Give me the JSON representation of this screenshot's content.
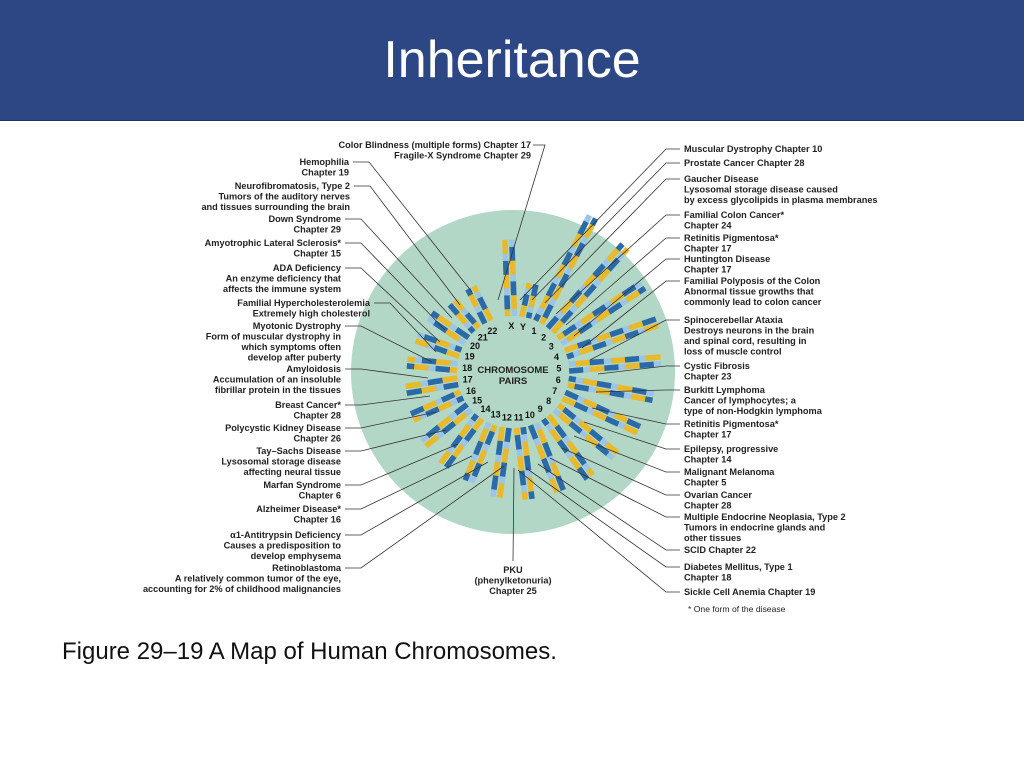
{
  "title": "Inheritance",
  "caption": "Figure 29–19 A Map of Human Chromosomes.",
  "diagram": {
    "center_label": [
      "CHROMOSOME",
      "PAIRS"
    ],
    "footnote": "* One form of the disease",
    "colors": {
      "circle": "#b3d7c6",
      "chromosome_yellow": "#e8b92b",
      "chromosome_blue": "#2b6aa8",
      "chromosome_light": "#9cc4e4",
      "leader_line": "#333333"
    },
    "chromosome_numbers": [
      "1",
      "2",
      "3",
      "4",
      "5",
      "6",
      "7",
      "8",
      "9",
      "10",
      "11",
      "12",
      "13",
      "14",
      "15",
      "16",
      "17",
      "18",
      "19",
      "20",
      "21",
      "22",
      "X",
      "Y"
    ],
    "labels_left": [
      {
        "lines": [
          "Color Blindness (multiple forms) Chapter 17",
          "Fragile-X Syndrome Chapter 29"
        ]
      },
      {
        "lines": [
          "Hemophilia",
          "Chapter 19"
        ]
      },
      {
        "lines": [
          "Neurofibromatosis, Type 2",
          "Tumors of the auditory nerves",
          "and tissues surrounding the brain"
        ]
      },
      {
        "lines": [
          "Down Syndrome",
          "Chapter 29"
        ]
      },
      {
        "lines": [
          "Amyotrophic Lateral Sclerosis*",
          "Chapter 15"
        ]
      },
      {
        "lines": [
          "ADA Deficiency",
          "An enzyme deficiency that",
          "affects the immune system"
        ]
      },
      {
        "lines": [
          "Familial Hypercholesterolemia",
          "Extremely high cholesterol"
        ]
      },
      {
        "lines": [
          "Myotonic Dystrophy",
          "Form of muscular dystrophy in",
          "which symptoms often",
          "develop after puberty"
        ]
      },
      {
        "lines": [
          "Amyloidosis",
          "Accumulation of an insoluble",
          "fibrillar protein in the tissues"
        ]
      },
      {
        "lines": [
          "Breast Cancer*",
          "Chapter 28"
        ]
      },
      {
        "lines": [
          "Polycystic Kidney Disease",
          "Chapter 26"
        ]
      },
      {
        "lines": [
          "Tay–Sachs Disease",
          "Lysosomal storage disease",
          "affecting neural tissue"
        ]
      },
      {
        "lines": [
          "Marfan Syndrome",
          "Chapter 6"
        ]
      },
      {
        "lines": [
          "Alzheimer Disease*",
          "Chapter 16"
        ]
      },
      {
        "lines": [
          "α1-Antitrypsin Deficiency",
          "Causes a predisposition to",
          "develop emphysema"
        ]
      },
      {
        "lines": [
          "Retinoblastoma",
          "A relatively common tumor of the eye,",
          "accounting for 2% of childhood malignancies"
        ]
      },
      {
        "lines": [
          "PKU",
          "(phenylketonuria)",
          "Chapter 25"
        ]
      }
    ],
    "labels_right": [
      {
        "lines": [
          "Muscular Dystrophy Chapter 10"
        ]
      },
      {
        "lines": [
          "Prostate Cancer Chapter 28"
        ]
      },
      {
        "lines": [
          "Gaucher Disease",
          "Lysosomal storage disease caused",
          "by excess glycolipids in plasma membranes"
        ]
      },
      {
        "lines": [
          "Familial Colon Cancer*",
          "Chapter 24"
        ]
      },
      {
        "lines": [
          "Retinitis Pigmentosa*",
          "Chapter 17"
        ]
      },
      {
        "lines": [
          "Huntington Disease",
          "Chapter 17"
        ]
      },
      {
        "lines": [
          "Familial Polyposis of the Colon",
          "Abnormal tissue growths that",
          "commonly lead to colon cancer"
        ]
      },
      {
        "lines": [
          "Spinocerebellar Ataxia",
          "Destroys neurons in the brain",
          "and spinal cord, resulting in",
          "loss of muscle control"
        ]
      },
      {
        "lines": [
          "Cystic Fibrosis",
          "Chapter 23"
        ]
      },
      {
        "lines": [
          "Burkitt Lymphoma",
          "Cancer of lymphocytes; a",
          "type of non-Hodgkin lymphoma"
        ]
      },
      {
        "lines": [
          "Retinitis Pigmentosa*",
          "Chapter 17"
        ]
      },
      {
        "lines": [
          "Epilepsy, progressive",
          "Chapter 14"
        ]
      },
      {
        "lines": [
          "Malignant Melanoma",
          "Chapter 5"
        ]
      },
      {
        "lines": [
          "Ovarian Cancer",
          "Chapter 28"
        ]
      },
      {
        "lines": [
          "Multiple Endocrine Neoplasia, Type 2",
          "Tumors in endocrine glands and",
          "other tissues"
        ]
      },
      {
        "lines": [
          "SCID Chapter 22"
        ]
      },
      {
        "lines": [
          "Diabetes Mellitus, Type 1",
          "Chapter 18"
        ]
      },
      {
        "lines": [
          "Sickle Cell Anemia Chapter 19"
        ]
      }
    ]
  }
}
